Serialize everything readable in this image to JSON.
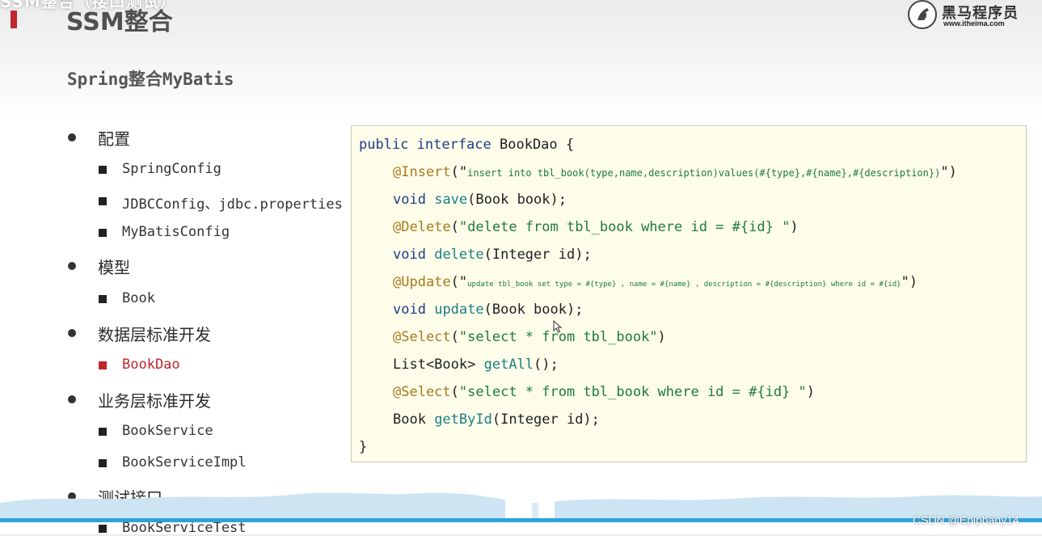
{
  "header": {
    "cut_title": "SSM整合（接口测试）",
    "title": "SSM整合",
    "subtitle": "Spring整合MyBatis"
  },
  "logo": {
    "name": "黑马程序员",
    "url": "www.itheima.com"
  },
  "outline": [
    {
      "level": 1,
      "label": "配置"
    },
    {
      "level": 2,
      "label": "SpringConfig"
    },
    {
      "level": 2,
      "label": "JDBCConfig、jdbc.properties"
    },
    {
      "level": 2,
      "label": "MyBatisConfig"
    },
    {
      "level": 1,
      "label": "模型"
    },
    {
      "level": 2,
      "label": "Book"
    },
    {
      "level": 1,
      "label": "数据层标准开发"
    },
    {
      "level": 2,
      "label": "BookDao",
      "active": true
    },
    {
      "level": 1,
      "label": "业务层标准开发"
    },
    {
      "level": 2,
      "label": "BookService"
    },
    {
      "level": 2,
      "label": "BookServiceImpl"
    },
    {
      "level": 1,
      "label": "测试接口"
    },
    {
      "level": 2,
      "label": "BookServiceTest"
    }
  ],
  "code": {
    "l1_kw": "public interface",
    "l1_rest": " BookDao {",
    "insert_ann": "@Insert",
    "insert_open": "(\"",
    "insert_sql": "insert into tbl_book(type,name,description)values(#{type},#{name},#{description})",
    "insert_close": "\")",
    "save_void": "void",
    "save_method": "save",
    "save_rest": "(Book book);",
    "delete_ann": "@Delete",
    "delete_open": "(",
    "delete_sql": "\"delete from tbl_book where id = #{id} \"",
    "delete_close": ")",
    "delete_void": "void",
    "delete_method": "delete",
    "delete_rest": "(Integer id);",
    "update_ann": "@Update",
    "update_open": "(\"",
    "update_sql": "update tbl_book set type = #{type} , name = #{name} , description = #{description} where id = #{id}",
    "update_close": "\")",
    "update_void": "void",
    "update_method": "update",
    "update_rest": "(Book book);",
    "select_ann": "@Select",
    "select_open": "(",
    "select_sql": "\"select * from tbl_book\"",
    "select_close": ")",
    "getall_type": "List<Book> ",
    "getall_method": "getAll",
    "getall_rest": "();",
    "selectid_ann": "@Select",
    "selectid_open": "(",
    "selectid_sql": "\"select * from tbl_book where id = #{id} \"",
    "selectid_close": ")",
    "getbyid_type": "Book ",
    "getbyid_method": "getById",
    "getbyid_rest": "(Integer id);",
    "close": "}"
  },
  "watermark": "CSDN @Epiphany14",
  "colors": {
    "accent_red": "#c0262d",
    "keyword": "#1f3c88",
    "annotation": "#a87a1d",
    "string": "#1f7a3e",
    "method": "#1d7d83",
    "code_bg": "#fdfdea",
    "bottom_bar": "#2aa3dc"
  }
}
